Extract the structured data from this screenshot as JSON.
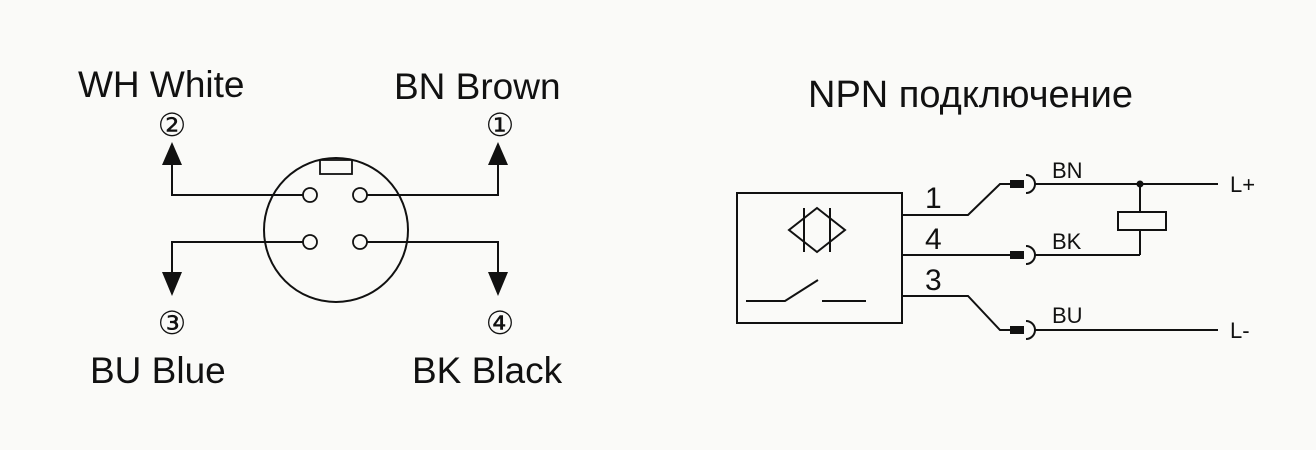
{
  "connector": {
    "pins": [
      {
        "number_glyph": "①",
        "label": "BN Brown"
      },
      {
        "number_glyph": "②",
        "label": "WH White"
      },
      {
        "number_glyph": "③",
        "label": "BU Blue"
      },
      {
        "number_glyph": "④",
        "label": "BK Black"
      }
    ]
  },
  "circuit": {
    "title": "NPN подключение",
    "terminals": [
      "1",
      "4",
      "3"
    ],
    "wires": [
      "BN",
      "BK",
      "BU"
    ],
    "supply": {
      "positive": "L+",
      "negative": "L-"
    }
  },
  "colors": {
    "line": "#111111",
    "background": "#fafaf8"
  }
}
